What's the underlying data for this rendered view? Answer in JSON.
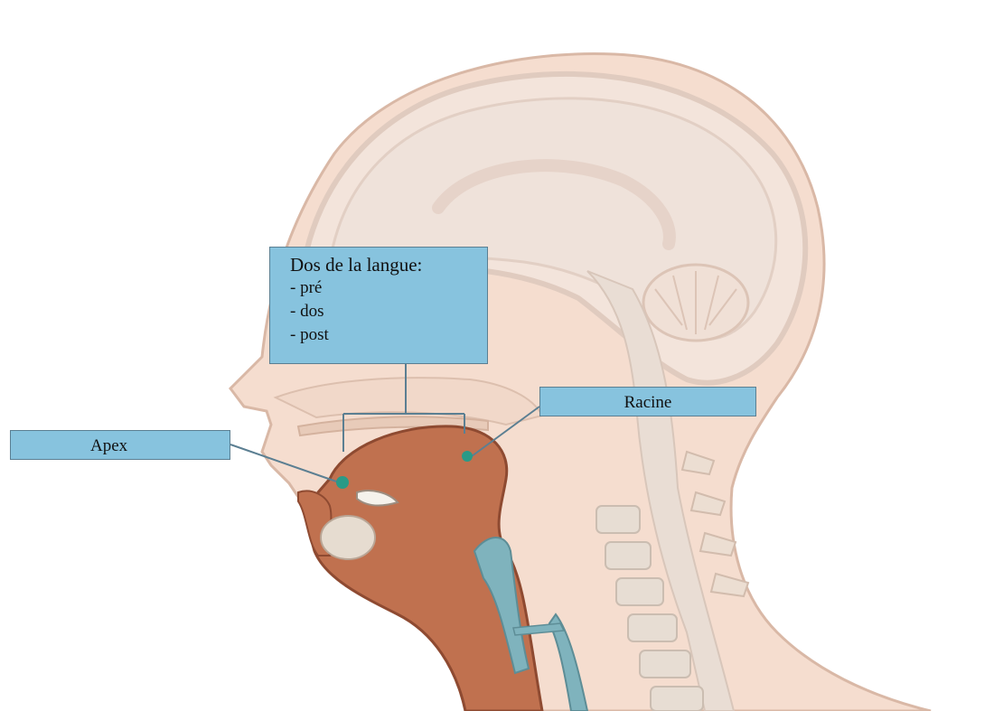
{
  "labels": {
    "dos": {
      "title": "Dos de la langue:",
      "items": [
        "- pré",
        "- dos",
        "- post"
      ]
    },
    "racine": "Racine",
    "apex": "Apex"
  },
  "colors": {
    "skin": "#f5ddcf",
    "skin_edge": "#d9b8a6",
    "brain": "#efe2da",
    "tongue": "#c0714f",
    "tongue_edge": "#8e4a31",
    "airway": "#7fb3bd",
    "vertebra": "#e7ddd3",
    "label_fill": "#87c3de",
    "marker": "#2a9a87"
  }
}
